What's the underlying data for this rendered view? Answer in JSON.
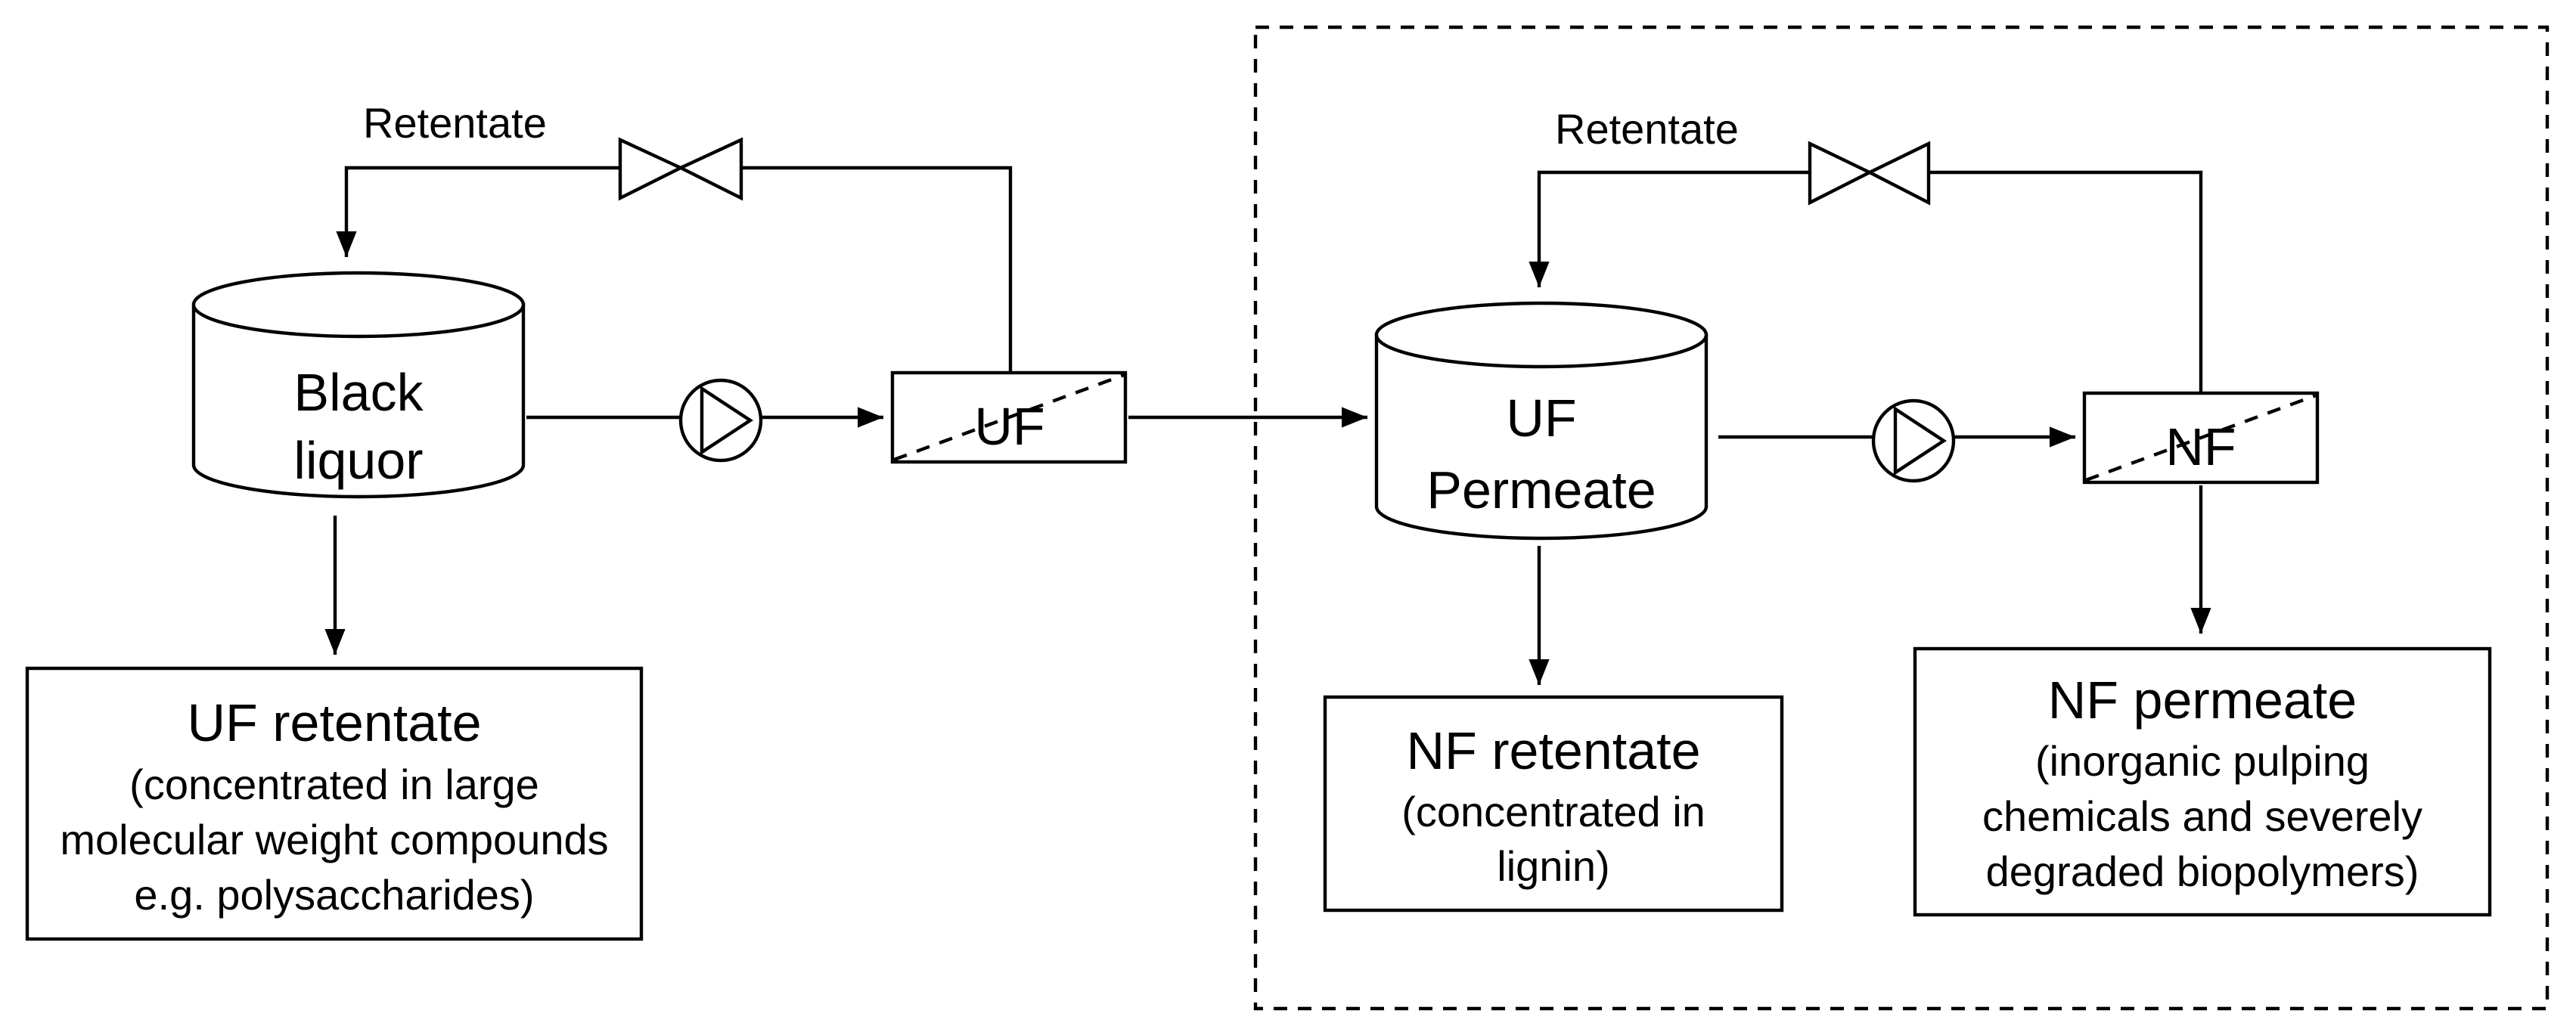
{
  "labels": {
    "retentate_left": "Retentate",
    "retentate_right": "Retentate",
    "tank1_line1": "Black",
    "tank1_line2": "liquor",
    "tank2_line1": "UF",
    "tank2_line2": "Permeate",
    "uf_unit": "UF",
    "nf_unit": "NF"
  },
  "outputs": {
    "uf_retentate": {
      "title": "UF retentate",
      "lines": [
        "(concentrated in large",
        "molecular weight compounds",
        "e.g. polysaccharides)"
      ]
    },
    "nf_retentate": {
      "title": "NF retentate",
      "lines": [
        "(concentrated in",
        "lignin)"
      ]
    },
    "nf_permeate": {
      "title": "NF permeate",
      "lines": [
        "(inorganic pulping",
        "chemicals and severely",
        "degraded biopolymers)"
      ]
    }
  }
}
